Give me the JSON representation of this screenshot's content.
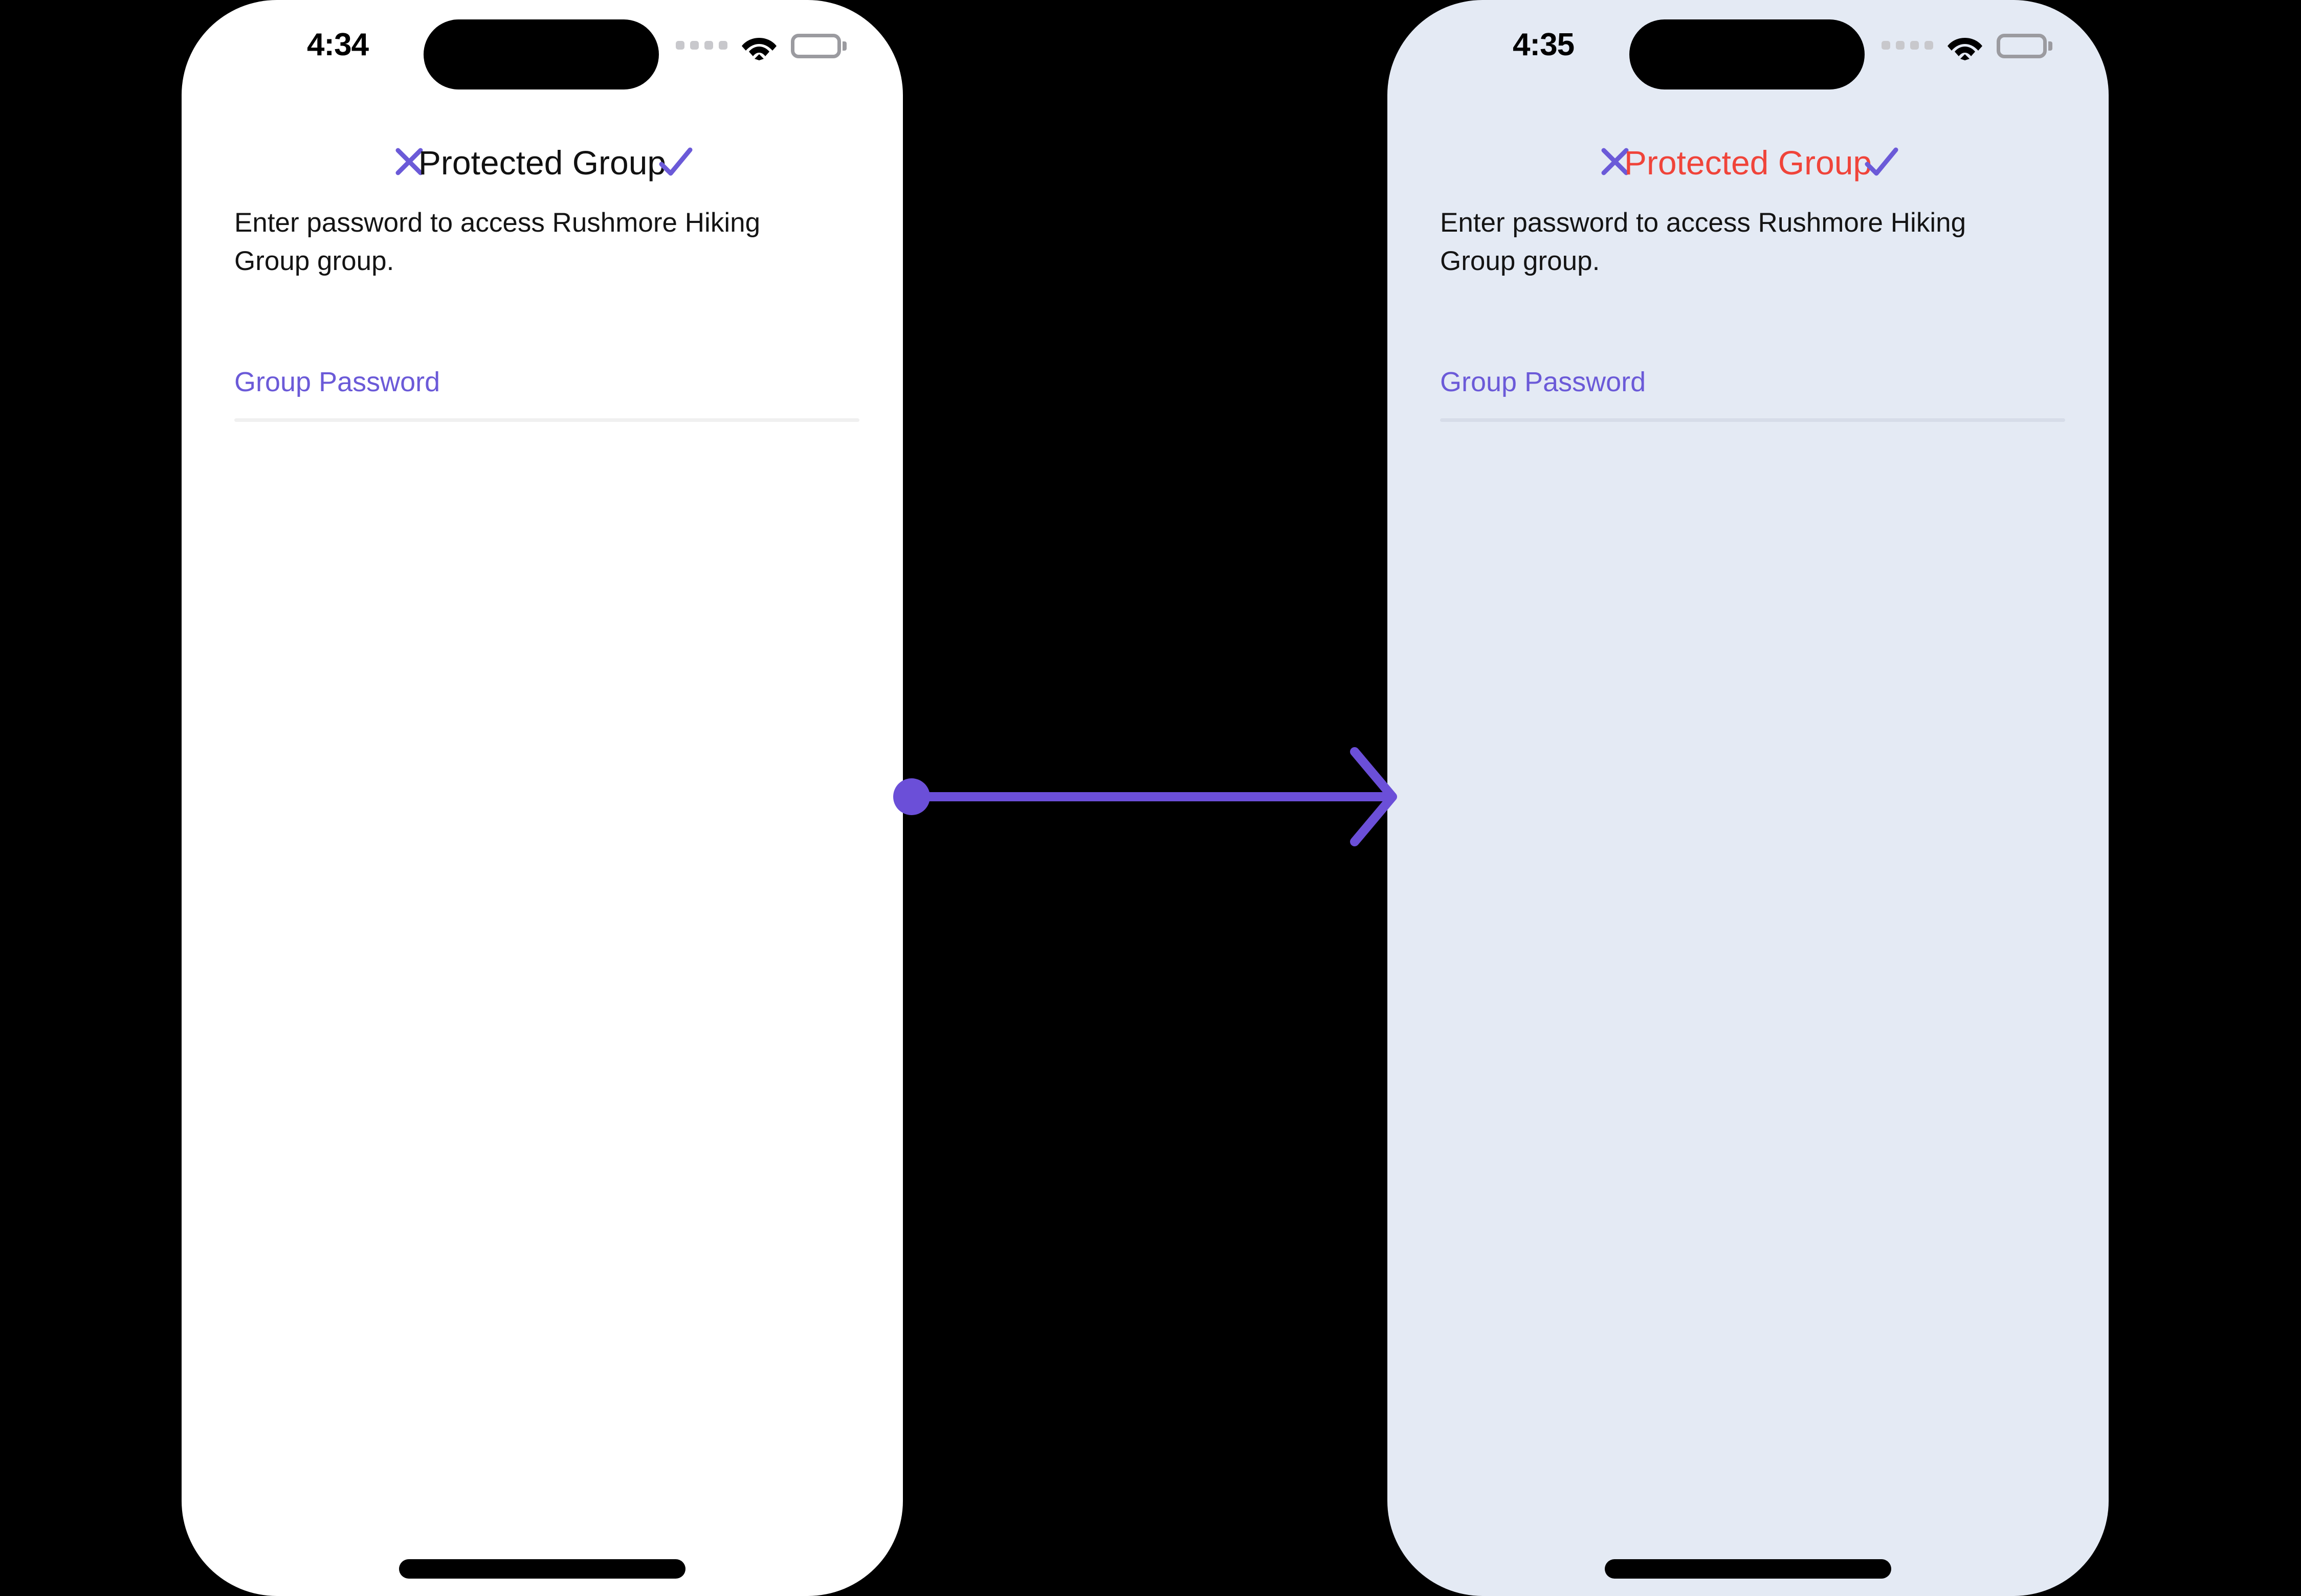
{
  "theme": {
    "accent_purple": "#6B5AD8",
    "error_red": "#F0443A",
    "canvas_background": "#000000",
    "screen_light": "#FFFFFF",
    "screen_tinted": "#E4EAF4"
  },
  "screens": [
    {
      "id": "before",
      "status_bar": {
        "time": "4:34",
        "signal_icon": "cellular-signal-icon",
        "wifi_icon": "wifi-icon",
        "battery_icon": "battery-full-icon"
      },
      "nav": {
        "close_icon": "close-icon",
        "title": "Protected Group",
        "title_state": "default",
        "confirm_icon": "checkmark-icon"
      },
      "body": {
        "description": "Enter password to access Rushmore Hiking Group group.",
        "field_label": "Group Password",
        "field_value": "",
        "field_placeholder": ""
      },
      "home_indicator": "home-indicator"
    },
    {
      "id": "after",
      "status_bar": {
        "time": "4:35",
        "signal_icon": "cellular-signal-icon",
        "wifi_icon": "wifi-icon",
        "battery_icon": "battery-full-icon"
      },
      "nav": {
        "close_icon": "close-icon",
        "title": "Protected Group",
        "title_state": "error",
        "confirm_icon": "checkmark-icon"
      },
      "body": {
        "description": "Enter password to access Rushmore Hiking Group group.",
        "field_label": "Group Password",
        "field_value": "",
        "field_placeholder": ""
      },
      "home_indicator": "home-indicator"
    }
  ],
  "connector": {
    "icon": "arrow-right-icon",
    "from_screen": "before",
    "to_screen": "after",
    "color": "#6B4FD8"
  }
}
